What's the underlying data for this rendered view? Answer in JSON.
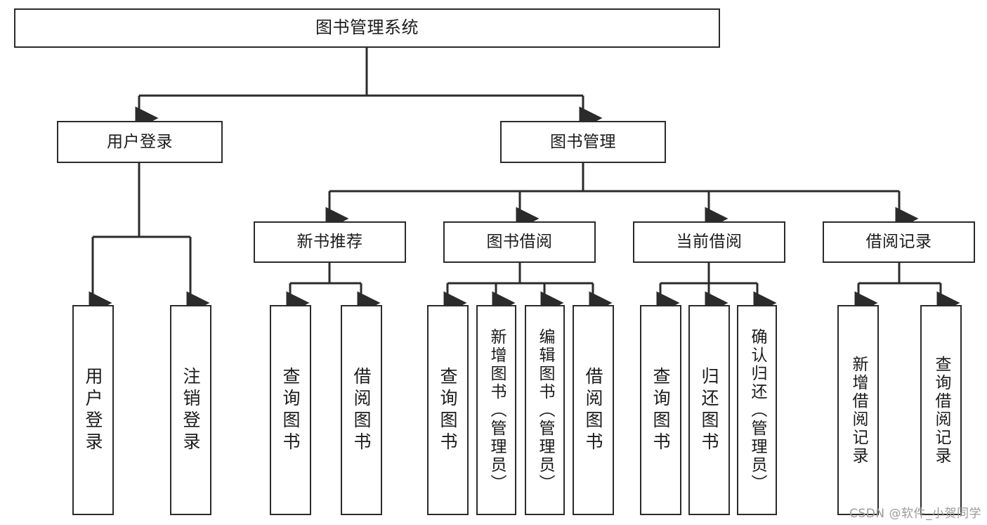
{
  "diagram": {
    "title": "图书管理系统",
    "type": "functional-structure-tree",
    "colors": {
      "stroke": "#2b2b2b",
      "fill": "#ffffff",
      "text": "#1b1b1b",
      "watermark": "#9a9a9a"
    },
    "watermark": "CSDN @软件_小贺同学",
    "levels": {
      "root": {
        "label": "图书管理系统"
      },
      "level2": [
        {
          "id": "user-login",
          "label": "用户登录"
        },
        {
          "id": "book-manage",
          "label": "图书管理"
        }
      ],
      "level3": [
        {
          "id": "new-book-recommend",
          "label": "新书推荐",
          "parent": "book-manage"
        },
        {
          "id": "book-borrow",
          "label": "图书借阅",
          "parent": "book-manage"
        },
        {
          "id": "current-borrow",
          "label": "当前借阅",
          "parent": "book-manage"
        },
        {
          "id": "borrow-record",
          "label": "借阅记录",
          "parent": "book-manage"
        }
      ],
      "leaves": [
        {
          "id": "leaf-user-login",
          "label": "用户登录",
          "parent": "user-login"
        },
        {
          "id": "leaf-logout-login",
          "label": "注销登录",
          "parent": "user-login"
        },
        {
          "id": "leaf-query-book-1",
          "label": "查询图书",
          "parent": "new-book-recommend"
        },
        {
          "id": "leaf-borrow-book-1",
          "label": "借阅图书",
          "parent": "new-book-recommend"
        },
        {
          "id": "leaf-query-book-2",
          "label": "查询图书",
          "parent": "book-borrow"
        },
        {
          "id": "leaf-add-book",
          "label": "新增图书（管理员）",
          "parent": "book-borrow"
        },
        {
          "id": "leaf-edit-book",
          "label": "编辑图书（管理员）",
          "parent": "book-borrow"
        },
        {
          "id": "leaf-borrow-book-2",
          "label": "借阅图书",
          "parent": "book-borrow"
        },
        {
          "id": "leaf-query-book-3",
          "label": "查询图书",
          "parent": "current-borrow"
        },
        {
          "id": "leaf-return-book",
          "label": "归还图书",
          "parent": "current-borrow"
        },
        {
          "id": "leaf-confirm-return",
          "label": "确认归还（管理员）",
          "parent": "current-borrow"
        },
        {
          "id": "leaf-add-record",
          "label": "新增借阅记录",
          "parent": "borrow-record"
        },
        {
          "id": "leaf-query-record",
          "label": "查询借阅记录",
          "parent": "borrow-record"
        }
      ]
    }
  }
}
